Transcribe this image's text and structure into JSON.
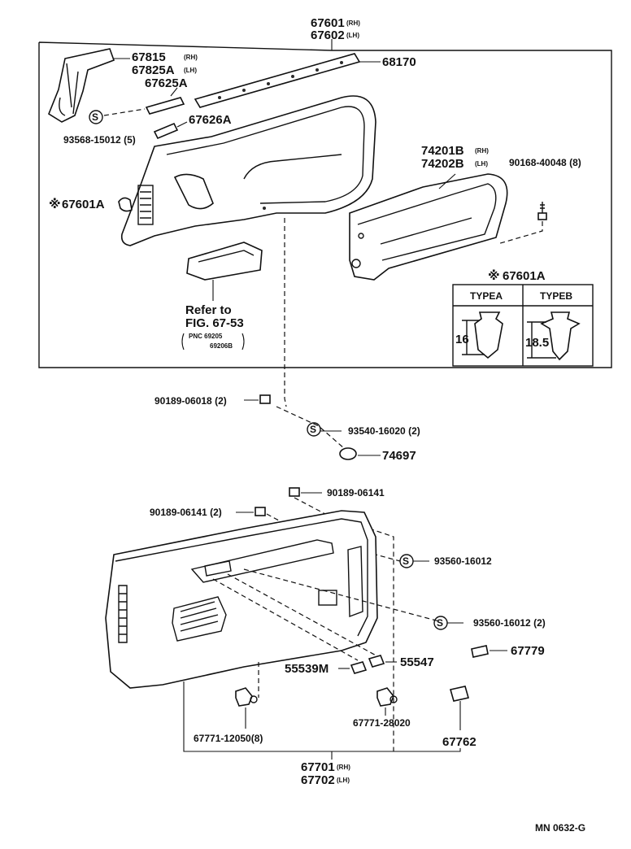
{
  "top_assembly": {
    "part_rh": "67601",
    "part_rh_tag": "(RH)",
    "part_lh": "67602",
    "part_lh_tag": "(LH)"
  },
  "labels": {
    "p67815": "67815",
    "p67815_tag": "(RH)",
    "p67825A": "67825A",
    "p67825A_tag": "(LH)",
    "p67625A": "67625A",
    "p68170": "68170",
    "p67626A": "67626A",
    "p93568": "93568-15012 (5)",
    "p67601A": "67601A",
    "p74201B": "74201B",
    "p74201B_tag": "(RH)",
    "p74202B": "74202B",
    "p74202B_tag": "(LH)",
    "p90168": "90168-40048 (8)",
    "refer_1": "Refer to",
    "refer_2": "FIG. 67-53",
    "pnc_1": "PNC 69205",
    "pnc_2": "69206B",
    "p90189a": "90189-06018 (2)",
    "p93540": "93540-16020 (2)",
    "p74697": "74697",
    "p90189b": "90189-06141",
    "p90189c": "90189-06141 (2)",
    "p93560a": "93560-16012",
    "p93560b": "93560-16012 (2)",
    "p67779": "67779",
    "p55539M": "55539M",
    "p55547": "55547",
    "p67771a": "67771-12050(8)",
    "p67771b": "67771-28020",
    "p67762": "67762",
    "bottom_rh": "67701",
    "bottom_rh_tag": "(RH)",
    "bottom_lh": "67702",
    "bottom_lh_tag": "(LH)",
    "figure_code": "MN 0632-G"
  },
  "inset": {
    "title": "67601A",
    "col_a": "TYPEA",
    "col_b": "TYPEB",
    "dim_a": "16",
    "dim_b": "18.5"
  },
  "symbols": {
    "s_mark": "S",
    "ref_mark": "※"
  }
}
